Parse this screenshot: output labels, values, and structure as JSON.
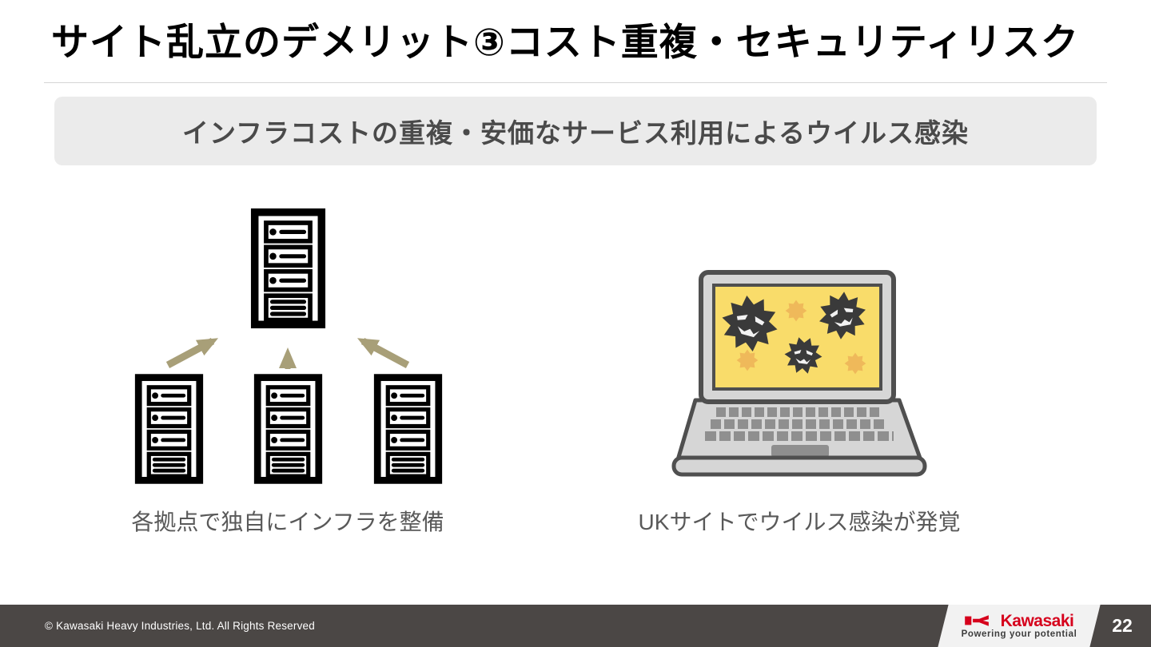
{
  "page": {
    "title": "サイト乱立のデメリット③コスト重複・セキュリティリスク",
    "banner": {
      "text": "インフラコストの重複・安価なサービス利用によるウイルス感染"
    },
    "diagram_left": {
      "caption": "各拠点で独自にインフラを整備",
      "icons": [
        "server-icon",
        "server-icon",
        "server-icon",
        "server-icon",
        "arrow-up-icon",
        "arrow-up-right-icon",
        "arrow-up-left-icon"
      ]
    },
    "diagram_right": {
      "caption": "UKサイトでウイルス感染が発覚",
      "icons": [
        "laptop-icon",
        "virus-icon",
        "virus-icon",
        "virus-icon",
        "burst-icon",
        "burst-icon",
        "burst-icon"
      ]
    },
    "footer": {
      "copyright": "© Kawasaki Heavy Industries, Ltd. All Rights Reserved",
      "brand": "Kawasaki",
      "tagline": "Powering your potential",
      "page_number": "22",
      "brand_mark_icon": "kawasaki-river-mark-icon"
    },
    "colors": {
      "accent_red": "#d6001c",
      "arrow_khaki": "#a89f78",
      "banner_bg": "#ebebeb",
      "banner_text": "#4a4a4a",
      "footer_bg": "#4b4745",
      "screen_yellow": "#f9dc6a",
      "virus_black": "#3a3a3a",
      "burst_orange": "#efb95a",
      "laptop_gray": "#d6d6d6",
      "laptop_outline": "#4f4f4f"
    }
  }
}
